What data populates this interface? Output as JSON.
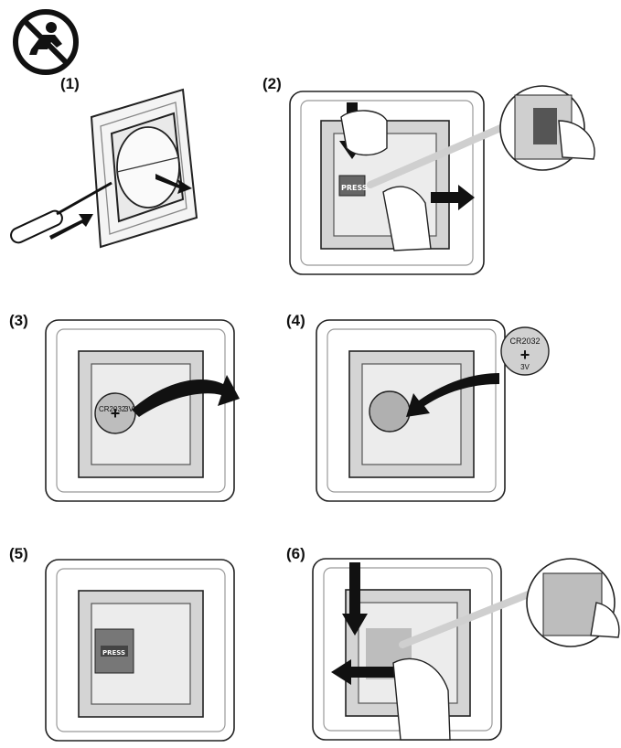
{
  "steps": [
    {
      "label": "(1)"
    },
    {
      "label": "(2)",
      "press": "PRESS"
    },
    {
      "label": "(3)",
      "battery_model": "CR2032",
      "battery_voltage": "3V",
      "plus": "+"
    },
    {
      "label": "(4)",
      "battery_model": "CR2032",
      "battery_voltage": "3V",
      "plus": "+"
    },
    {
      "label": "(5)",
      "press": "PRESS"
    },
    {
      "label": "(6)"
    }
  ],
  "icons": {
    "warning": "no-children-icon"
  }
}
